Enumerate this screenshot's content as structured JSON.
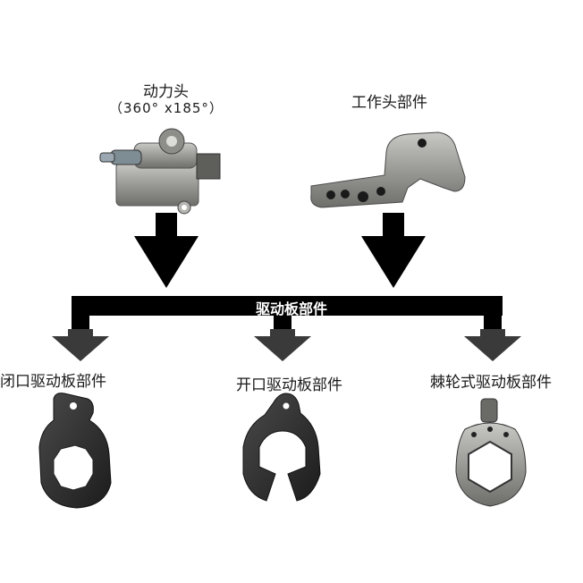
{
  "top_left": {
    "title": "动力头",
    "subtitle": "（360° x185°）"
  },
  "top_right": {
    "title": "工作头部件"
  },
  "bus": {
    "label": "驱动板部件"
  },
  "bottom": [
    {
      "title": "闭口驱动板部件"
    },
    {
      "title": "开口驱动板部件"
    },
    {
      "title": "棘轮式驱动板部件"
    }
  ],
  "colors": {
    "arrow": "#000000",
    "metal": "#9a9a96",
    "dark_part": "#2a2a2a",
    "text": "#1a1a1a"
  }
}
